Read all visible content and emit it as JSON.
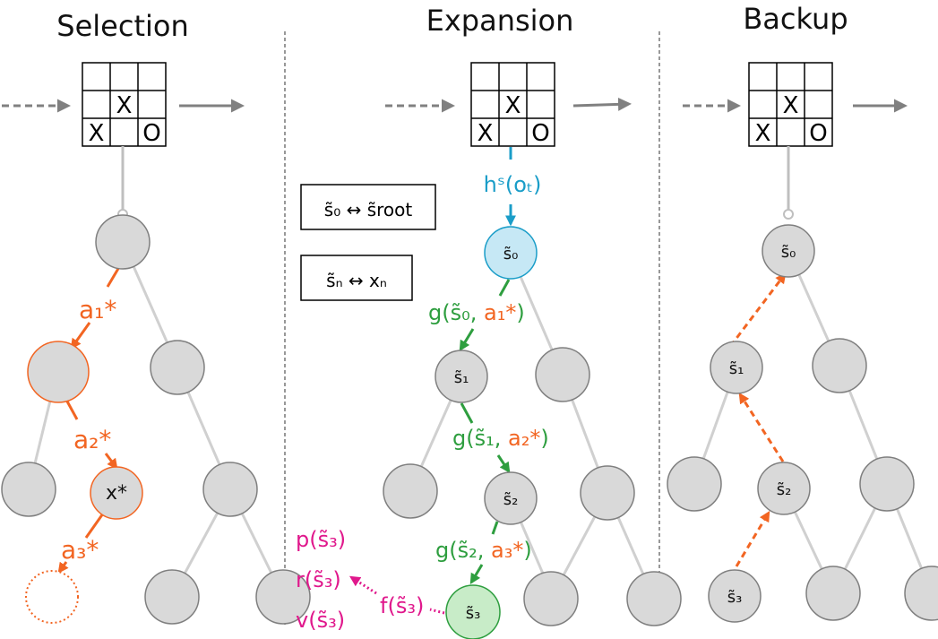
{
  "titles": {
    "selection": "Selection",
    "expansion": "Expansion",
    "backup": "Backup"
  },
  "legend": {
    "root_map": "s̃₀ ↔ s̃root",
    "node_map": "s̃ₙ ↔ xₙ"
  },
  "selection": {
    "edge_a1": "a₁*",
    "edge_a2": "a₂*",
    "edge_a3": "a₃*",
    "selected_node": "x*"
  },
  "expansion": {
    "encoder": "hˢ(oₜ)",
    "node_s0": "s̃₀",
    "node_s1": "s̃₁",
    "node_s2": "s̃₂",
    "node_s3": "s̃₃",
    "g1_pre": "g(s̃₀, ",
    "g1_act": "a₁*",
    "g1_post": ")",
    "g2_pre": "g(s̃₁, ",
    "g2_act": "a₂*",
    "g2_post": ")",
    "g3_pre": "g(s̃₂, ",
    "g3_act": "a₃*",
    "g3_post": ")",
    "f_label": "f(s̃₃)",
    "p_label": "p(s̃₃)",
    "r_label": "r(s̃₃)",
    "v_label": "v(s̃₃)"
  },
  "backup": {
    "node_s0": "s̃₀",
    "node_s1": "s̃₁",
    "node_s2": "s̃₂",
    "node_s3": "s̃₃"
  },
  "board": {
    "marks": [
      "",
      "",
      "",
      "",
      "X",
      "",
      "X",
      "",
      "O"
    ]
  },
  "colors": {
    "orange": "#f26522",
    "green": "#2e9e3f",
    "blue": "#1a9dc8",
    "magenta": "#e0188c",
    "node_fill": "#d9d9d9",
    "node_stroke": "#7f7f7f",
    "edge": "#d0d0d0",
    "arrow_gray": "#808080"
  }
}
